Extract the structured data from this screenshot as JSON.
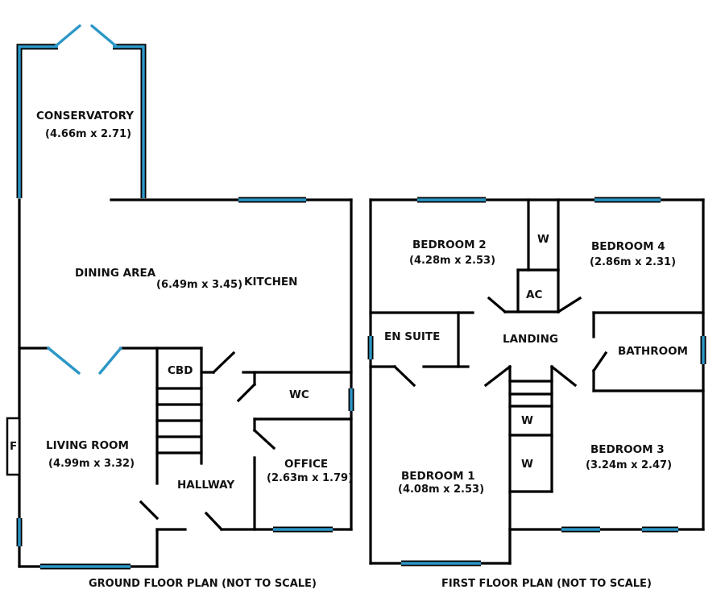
{
  "ground_floor": {
    "caption": "GROUND FLOOR PLAN (NOT TO SCALE)",
    "rooms": {
      "conservatory": {
        "name": "CONSERVATORY",
        "dims": "(4.66m x 2.71)"
      },
      "dining": {
        "name": "DINING AREA",
        "dims": "(6.49m x 3.45)"
      },
      "kitchen": {
        "name": "KITCHEN"
      },
      "cbd": {
        "name": "CBD"
      },
      "wc": {
        "name": "WC"
      },
      "living": {
        "name": "LIVING ROOM",
        "dims": "(4.99m x 3.32)"
      },
      "office": {
        "name": "OFFICE",
        "dims": "(2.63m x 1.79)"
      },
      "hallway": {
        "name": "HALLWAY"
      },
      "fireplace": {
        "name": "F"
      }
    }
  },
  "first_floor": {
    "caption": "FIRST FLOOR PLAN (NOT TO SCALE)",
    "rooms": {
      "bedroom2": {
        "name": "BEDROOM 2",
        "dims": "(4.28m x 2.53)"
      },
      "bedroom4": {
        "name": "BEDROOM 4",
        "dims": "(2.86m x 2.31)"
      },
      "wardrobe_top": {
        "name": "W"
      },
      "airing": {
        "name": "AC"
      },
      "ensuite": {
        "name": "EN SUITE"
      },
      "landing": {
        "name": "LANDING"
      },
      "bathroom": {
        "name": "BATHROOM"
      },
      "bedroom1": {
        "name": "BEDROOM 1",
        "dims": "(4.08m x 2.53)"
      },
      "bedroom3": {
        "name": "BEDROOM 3",
        "dims": "(3.24m x 2.47)"
      },
      "wardrobe_mid": {
        "name": "W"
      },
      "wardrobe_low": {
        "name": "W"
      }
    }
  }
}
